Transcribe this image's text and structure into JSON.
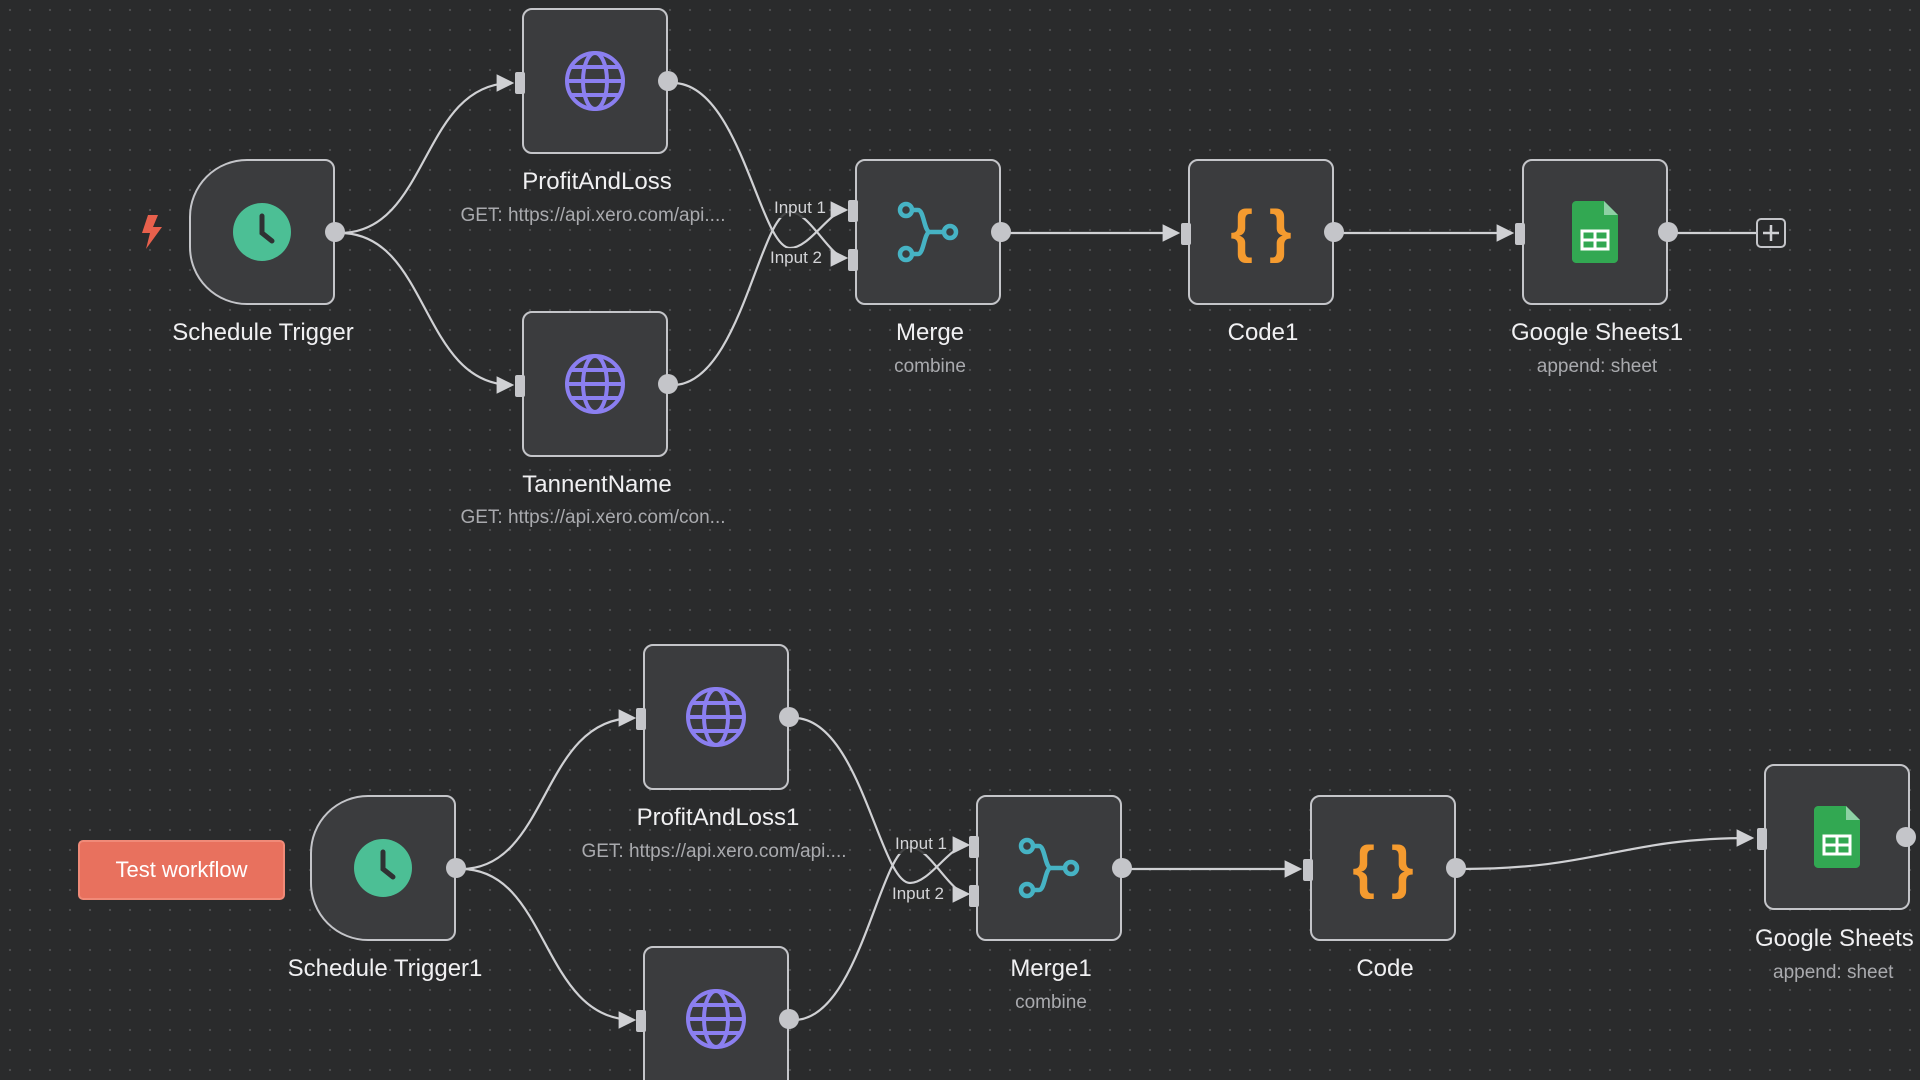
{
  "workflow_top": {
    "trigger": {
      "label": "Schedule Trigger"
    },
    "profit_and_loss": {
      "label": "ProfitAndLoss",
      "subtitle": "GET: https://api.xero.com/api...."
    },
    "tannent_name": {
      "label": "TannentName",
      "subtitle": "GET: https://api.xero.com/con..."
    },
    "merge": {
      "label": "Merge",
      "subtitle": "combine",
      "input1": "Input 1",
      "input2": "Input 2"
    },
    "code": {
      "label": "Code1"
    },
    "sheets": {
      "label": "Google Sheets1",
      "subtitle": "append: sheet"
    }
  },
  "workflow_bottom": {
    "trigger": {
      "label": "Schedule Trigger1"
    },
    "profit_and_loss": {
      "label": "ProfitAndLoss1",
      "subtitle": "GET: https://api.xero.com/api...."
    },
    "merge": {
      "label": "Merge1",
      "subtitle": "combine",
      "input1": "Input 1",
      "input2": "Input 2"
    },
    "code": {
      "label": "Code"
    },
    "sheets": {
      "label": "Google Sheets",
      "subtitle": "append: sheet"
    }
  },
  "toolbar": {
    "test_workflow_label": "Test workflow"
  },
  "colors": {
    "canvas_bg": "#2a2b2c",
    "node_bg": "#3b3c3e",
    "node_border": "#c4c5c9",
    "schedule_icon": "#4cbf95",
    "http_icon": "#8b7ff0",
    "merge_icon": "#46b3c4",
    "code_icon": "#f59b2f",
    "sheets_icon": "#32a852",
    "test_button": "#e8715e",
    "trigger_bolt": "#e8604c"
  },
  "icons": {
    "trigger_bolt": "lightning-bolt-icon",
    "schedule": "clock-icon",
    "http": "globe-icon",
    "merge": "merge-icon",
    "code": "code-braces-icon",
    "sheets": "google-sheets-icon",
    "add": "plus-icon"
  }
}
